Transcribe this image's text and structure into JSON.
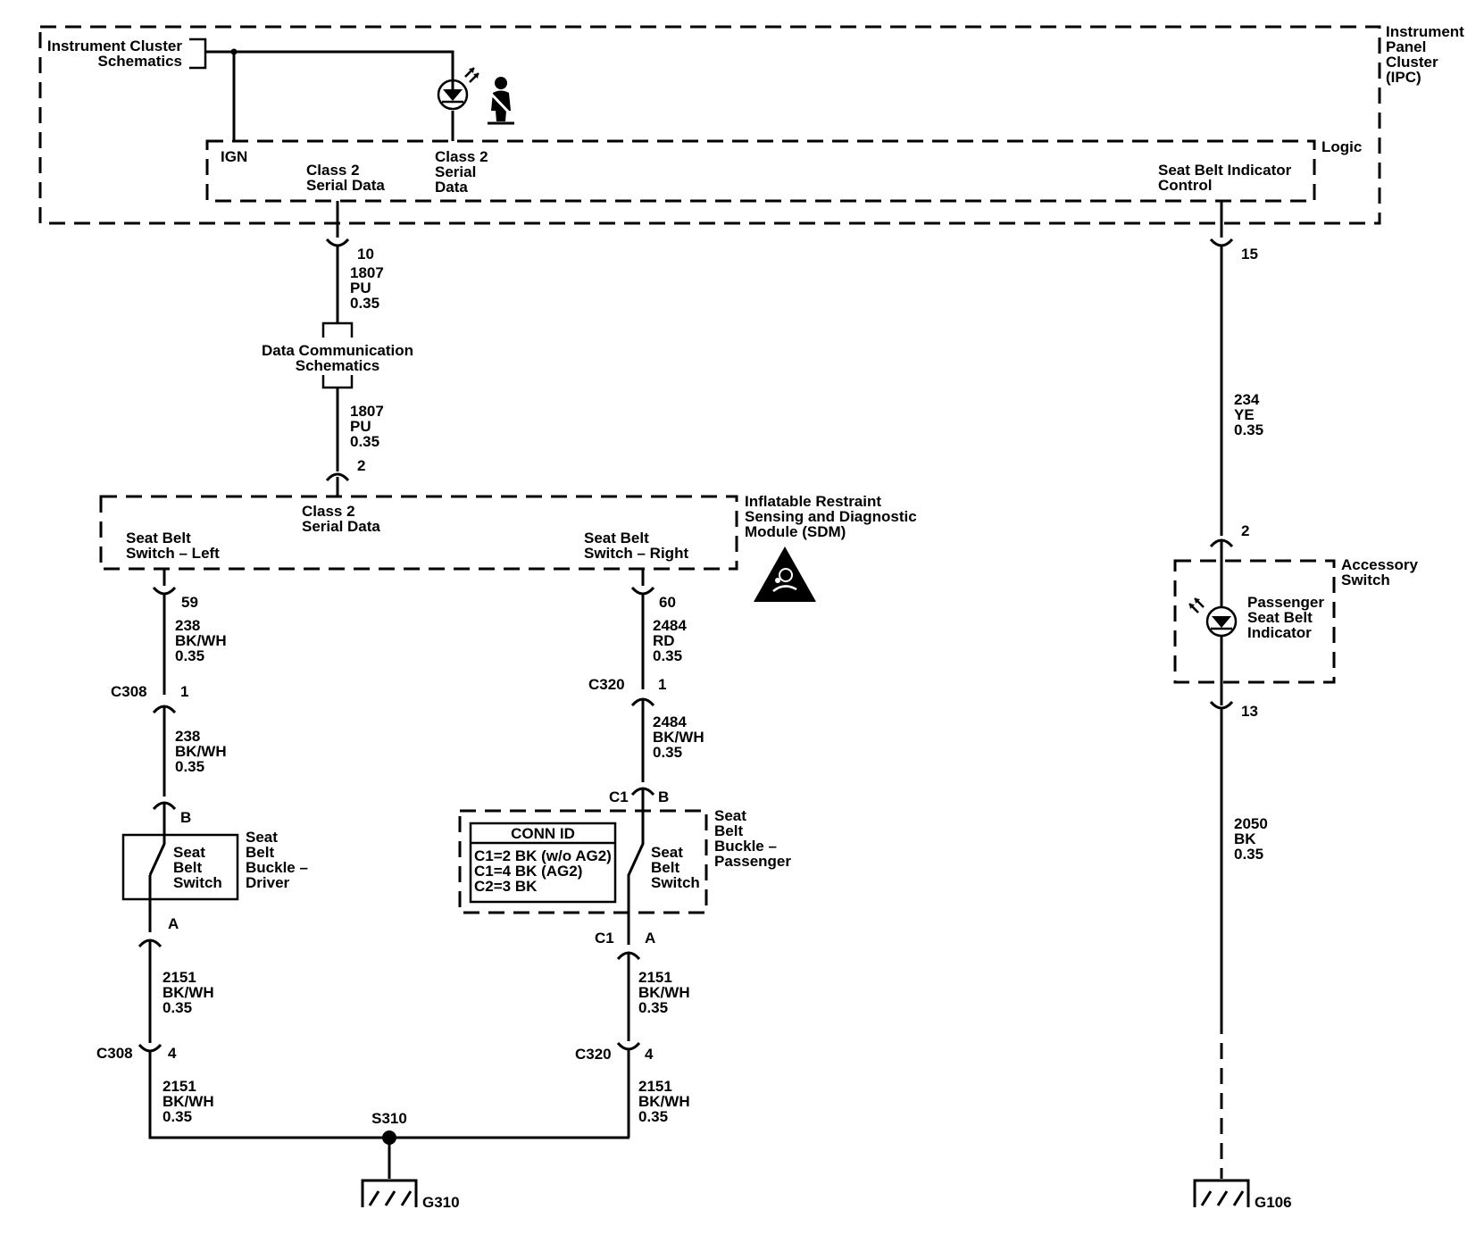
{
  "ipc": {
    "ref_line1": "Instrument Cluster",
    "ref_line2": "Schematics",
    "name_lines": [
      "Instrument",
      "Panel",
      "Cluster",
      "(IPC)"
    ],
    "logic": "Logic",
    "ign": "IGN",
    "class2_a": [
      "Class 2",
      "Serial Data"
    ],
    "class2_b": [
      "Class 2",
      "Serial",
      "Data"
    ],
    "sbi_control": [
      "Seat Belt Indicator",
      "Control"
    ]
  },
  "dc_ref": [
    "Data Communication",
    "Schematics"
  ],
  "sdm": {
    "name_lines": [
      "Inflatable Restraint",
      "Sensing and Diagnostic",
      "Module (SDM)"
    ],
    "class2": [
      "Class 2",
      "Serial Data"
    ],
    "switch_left": [
      "Seat Belt",
      "Switch – Left"
    ],
    "switch_right": [
      "Seat Belt",
      "Switch – Right"
    ]
  },
  "accessory": {
    "name": [
      "Accessory",
      "Switch"
    ],
    "indicator": [
      "Passenger",
      "Seat Belt",
      "Indicator"
    ]
  },
  "driver_buckle": {
    "switch": [
      "Seat",
      "Belt",
      "Switch"
    ],
    "name": [
      "Seat",
      "Belt",
      "Buckle –",
      "Driver"
    ]
  },
  "passenger_buckle": {
    "switch": [
      "Seat",
      "Belt",
      "Switch"
    ],
    "name": [
      "Seat",
      "Belt",
      "Buckle –",
      "Passenger"
    ],
    "conn_id_title": "CONN ID",
    "conn_id_lines": [
      "C1=2 BK (w/o AG2)",
      "C1=4 BK (AG2)",
      "C2=3 BK"
    ]
  },
  "pins": {
    "p10": "10",
    "p2": "2",
    "p15": "15",
    "p59": "59",
    "p60": "60",
    "c308": "C308",
    "c320": "C320",
    "p1a": "1",
    "p1b": "1",
    "pB_driver": "B",
    "pA_driver": "A",
    "c1_b": "C1",
    "pB_pass": "B",
    "c1_a": "C1",
    "pA_pass": "A",
    "c308_b": "C308",
    "p4a": "4",
    "c320_b": "C320",
    "p4b": "4",
    "p2_acc": "2",
    "p13": "13"
  },
  "wires": {
    "w1807a": [
      "1807",
      "PU",
      "0.35"
    ],
    "w1807b": [
      "1807",
      "PU",
      "0.35"
    ],
    "w234": [
      "234",
      "YE",
      "0.35"
    ],
    "w238a": [
      "238",
      "BK/WH",
      "0.35"
    ],
    "w238b": [
      "238",
      "BK/WH",
      "0.35"
    ],
    "w2484a": [
      "2484",
      "RD",
      "0.35"
    ],
    "w2484b": [
      "2484",
      "BK/WH",
      "0.35"
    ],
    "w2151a": [
      "2151",
      "BK/WH",
      "0.35"
    ],
    "w2151b": [
      "2151",
      "BK/WH",
      "0.35"
    ],
    "w2151c": [
      "2151",
      "BK/WH",
      "0.35"
    ],
    "w2151d": [
      "2151",
      "BK/WH",
      "0.35"
    ],
    "w2050": [
      "2050",
      "BK",
      "0.35"
    ]
  },
  "splice": "S310",
  "ground_left": "G310",
  "ground_right": "G106"
}
